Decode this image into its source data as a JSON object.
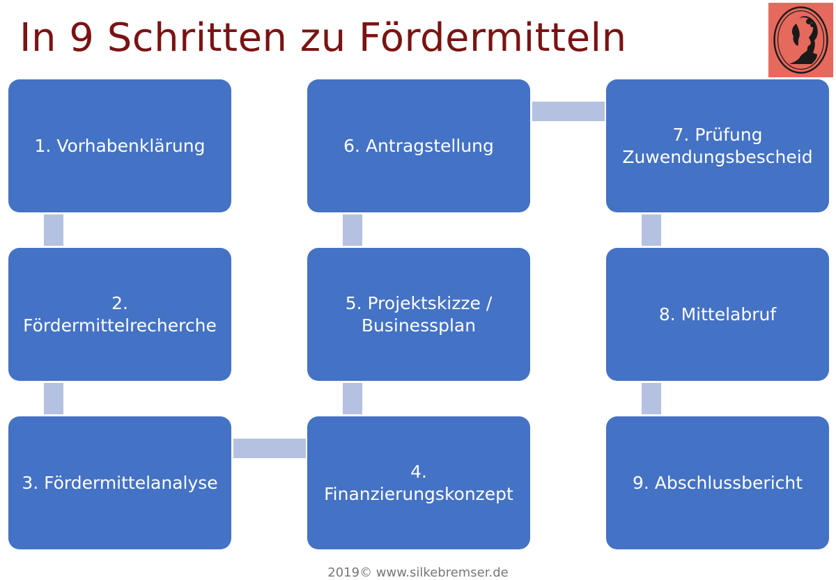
{
  "title": "In 9 Schritten zu Fördermitteln",
  "logo": {
    "icon": "cameo-portrait-icon",
    "background": "#e6695d"
  },
  "colors": {
    "box": "#4472c4",
    "connector": "#b4c1e1",
    "title": "#7a1313"
  },
  "steps": [
    {
      "label": "1. Vorhabenklärung"
    },
    {
      "label": "2.\nFördermittelrecherche"
    },
    {
      "label": "3. Fördermittelanalyse"
    },
    {
      "label": "4.\nFinanzierungskonzept"
    },
    {
      "label": "5. Projektskizze /\nBusinessplan"
    },
    {
      "label": "6. Antragstellung"
    },
    {
      "label": "7. Prüfung\nZuwendungsbescheid"
    },
    {
      "label": "8. Mittelabruf"
    },
    {
      "label": "9. Abschlussbericht"
    }
  ],
  "footer": "2019© www.silkebremser.de"
}
